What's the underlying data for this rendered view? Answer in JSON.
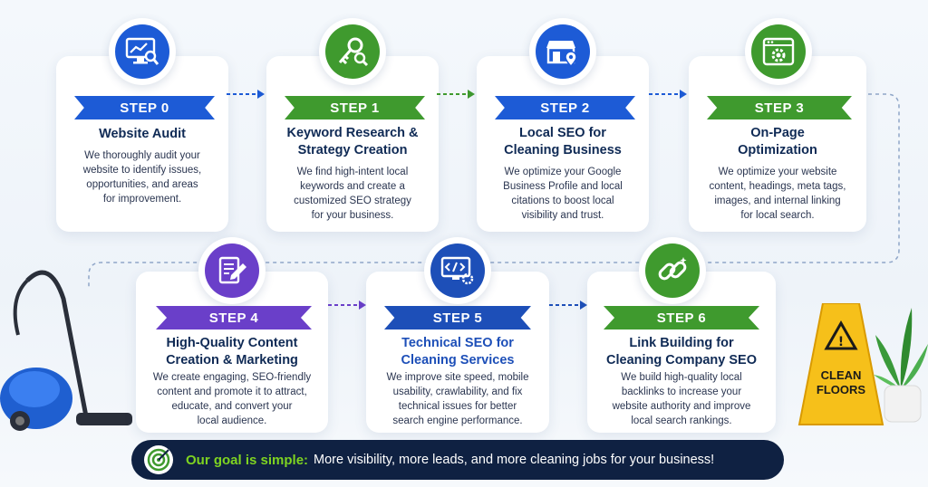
{
  "steps": [
    {
      "label": "STEP 0",
      "title_lines": [
        "Website Audit"
      ],
      "desc_lines": [
        "We thoroughly audit your",
        "website to identify issues,",
        "opportunities, and areas",
        "for improvement."
      ]
    },
    {
      "label": "STEP 1",
      "title_lines": [
        "Keyword Research &",
        "Strategy Creation"
      ],
      "desc_lines": [
        "We find high-intent local",
        "keywords and create a",
        "customized SEO strategy",
        "for your business."
      ]
    },
    {
      "label": "STEP 2",
      "title_lines": [
        "Local SEO for",
        "Cleaning Business"
      ],
      "desc_lines": [
        "We optimize your Google",
        "Business Profile and local",
        "citations to boost local",
        "visibility and trust."
      ]
    },
    {
      "label": "STEP 3",
      "title_lines": [
        "On-Page",
        "Optimization"
      ],
      "desc_lines": [
        "We optimize your website",
        "content, headings, meta tags,",
        "images, and internal linking",
        "for local search."
      ]
    },
    {
      "label": "STEP 4",
      "title_lines": [
        "High-Quality Content",
        "Creation & Marketing"
      ],
      "desc_lines": [
        "We create engaging, SEO-friendly",
        "content and promote it to attract,",
        "educate, and convert your",
        "local audience."
      ]
    },
    {
      "label": "STEP 5",
      "title_lines": [
        "Technical SEO for",
        "Cleaning Services"
      ],
      "desc_lines": [
        "We improve site speed, mobile",
        "usability, crawlability, and fix",
        "technical issues for better",
        "search engine performance."
      ]
    },
    {
      "label": "STEP 6",
      "title_lines": [
        "Link Building for",
        "Cleaning Company SEO"
      ],
      "desc_lines": [
        "We build high-quality local",
        "backlinks to increase your",
        "website authority and improve",
        "local search rankings."
      ]
    }
  ],
  "goal": {
    "lead": "Our goal is simple:",
    "rest": "More visibility, more leads, and more cleaning jobs for your business!"
  },
  "sign": {
    "line1": "CLEAN",
    "line2": "FLOORS"
  },
  "colors": {
    "blue": "#1d5bd6",
    "green": "#3f9a2e",
    "purple": "#6a3fc9",
    "navy": "#0f2142",
    "accent_green": "#7ed321"
  },
  "icons": [
    "monitor-chart-icon",
    "key-search-icon",
    "storefront-pin-icon",
    "webpage-gear-icon",
    "document-pencil-icon",
    "code-monitor-icon",
    "chain-link-icon",
    "target-icon",
    "vacuum-cleaner-icon",
    "wet-floor-sign-icon",
    "plant-icon"
  ]
}
